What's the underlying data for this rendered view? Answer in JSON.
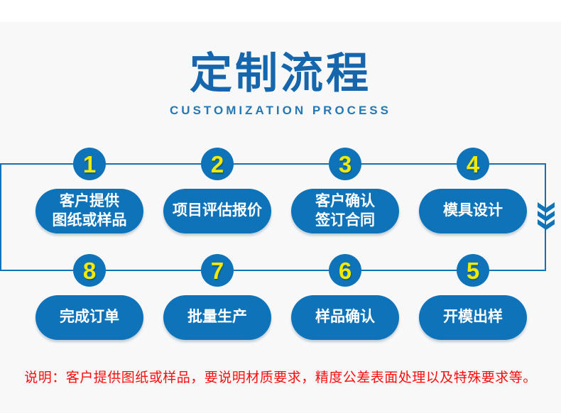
{
  "page": {
    "background": "#f8f8f8",
    "top_band": "#ffffff"
  },
  "colors": {
    "primary_blue": "#0e73b9",
    "line_blue": "#1272b8",
    "title_blue": "#1566ad",
    "subtitle_blue": "#2478b6",
    "number_yellow": "#f3ea00",
    "note_red": "#fa0d0d",
    "pill_text": "#ffffff"
  },
  "header": {
    "title": "定制流程",
    "subtitle": "CUSTOMIZATION PROCESS"
  },
  "steps": [
    {
      "number": "1",
      "label": "客户提供\n图纸或样品"
    },
    {
      "number": "2",
      "label": "项目评估报价"
    },
    {
      "number": "3",
      "label": "客户确认\n签订合同"
    },
    {
      "number": "4",
      "label": "模具设计"
    },
    {
      "number": "5",
      "label": "开模出样"
    },
    {
      "number": "6",
      "label": "样品确认"
    },
    {
      "number": "7",
      "label": "批量生产"
    },
    {
      "number": "8",
      "label": "完成订单"
    }
  ],
  "flow": {
    "direction_indicator": "triple-chevron-down"
  },
  "note": {
    "text": "说明：客户提供图纸或样品，要说明材质要求，精度公差表面处理以及特殊要求等。"
  }
}
